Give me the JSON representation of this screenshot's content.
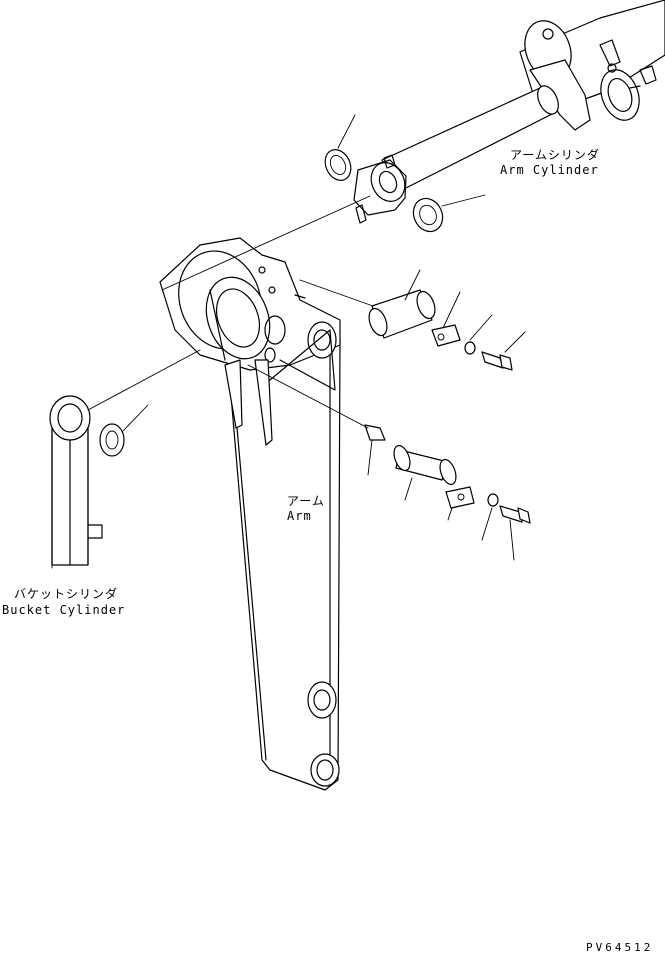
{
  "labels": {
    "arm_cylinder_jp": "アームシリンダ",
    "arm_cylinder_en": "Arm Cylinder",
    "arm_jp": "アーム",
    "arm_en": "Arm",
    "bucket_cylinder_jp": "バケットシリンダ",
    "bucket_cylinder_en": "Bucket Cylinder"
  },
  "drawing_code": "PV64512"
}
